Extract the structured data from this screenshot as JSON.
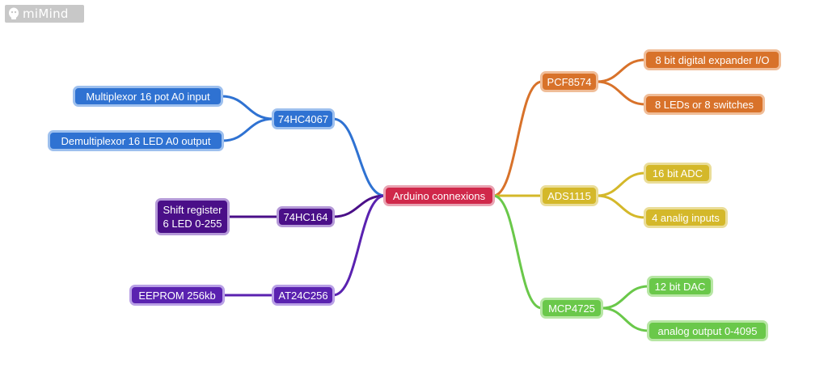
{
  "watermark": {
    "text": "miMind",
    "color": "#c8c8c8"
  },
  "colors": {
    "root": "#d0284a",
    "blue": "#2f72d2",
    "purple_dark": "#4a0f88",
    "purple": "#5a22b0",
    "orange": "#d8722a",
    "yellow": "#d4b82a",
    "green": "#6ac84a"
  },
  "root": {
    "label": "Arduino connexions",
    "color": "#d0284a",
    "border": "#e9a3b2"
  },
  "left": [
    {
      "label": "74HC4067",
      "color": "#2f72d2",
      "border": "#9ec0ee",
      "children": [
        {
          "label": "Multiplexor 16 pot A0 input"
        },
        {
          "label": "Demultiplexor 16 LED A0 output"
        }
      ]
    },
    {
      "label": "74HC164",
      "color": "#4a0f88",
      "border": "#b59ad8",
      "children": [
        {
          "lines": [
            "Shift register",
            "6 LED 0-255"
          ]
        }
      ]
    },
    {
      "label": "AT24C256",
      "color": "#5a22b0",
      "border": "#b9a0e6",
      "children": [
        {
          "label": "EEPROM 256kb"
        }
      ]
    }
  ],
  "right": [
    {
      "label": "PCF8574",
      "color": "#d8722a",
      "border": "#f0bd98",
      "children": [
        {
          "label": "8 bit digital expander I/O"
        },
        {
          "label": "8 LEDs or 8 switches"
        }
      ]
    },
    {
      "label": "ADS1115",
      "color": "#d4b82a",
      "border": "#eadd98",
      "children": [
        {
          "label": "16 bit ADC"
        },
        {
          "label": "4 analig inputs"
        }
      ]
    },
    {
      "label": "MCP4725",
      "color": "#6ac84a",
      "border": "#b7e6a4",
      "children": [
        {
          "label": "12 bit DAC"
        },
        {
          "label": "analog output 0-4095"
        }
      ]
    }
  ]
}
